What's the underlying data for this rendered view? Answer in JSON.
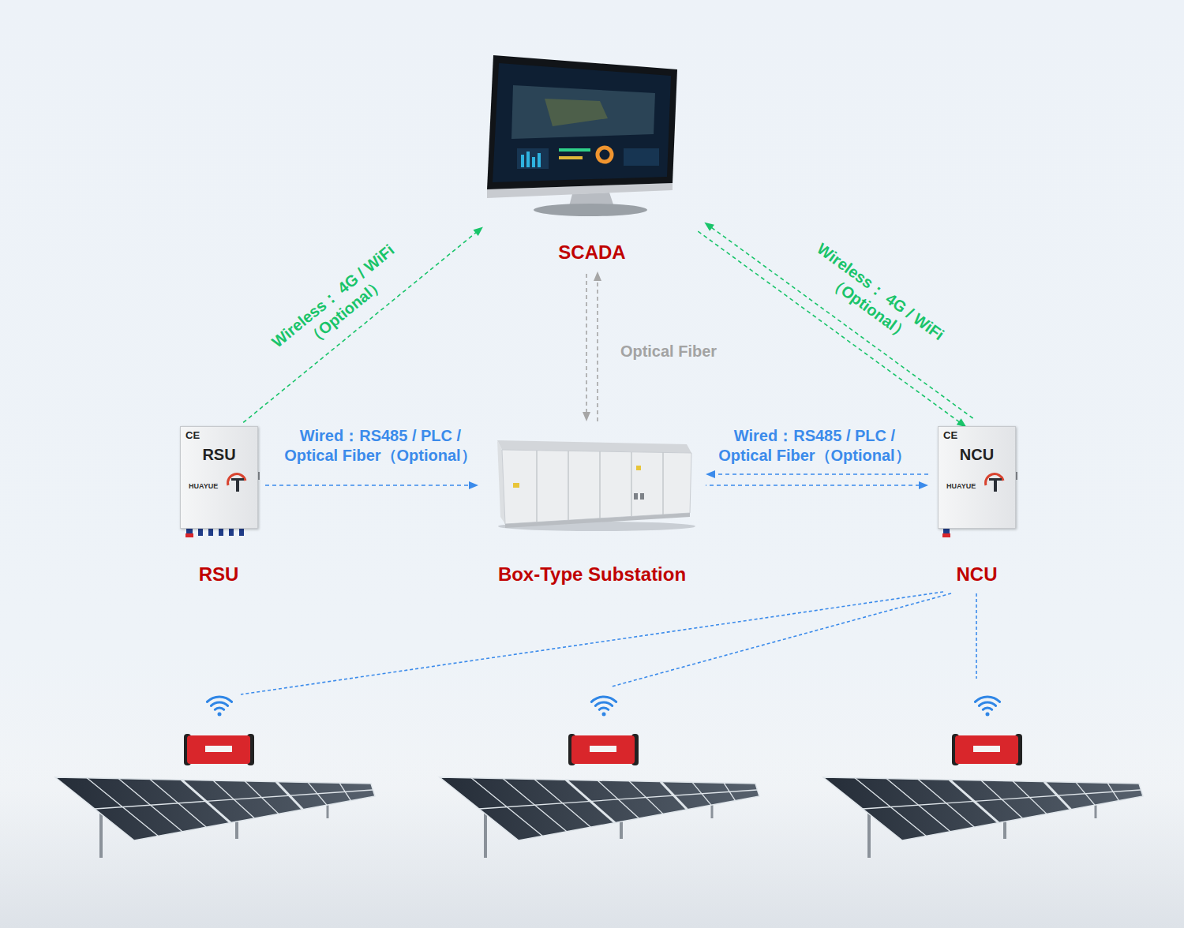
{
  "diagram": {
    "nodes": [
      {
        "text": [
          "SCADA"
        ]
      },
      {
        "text": [
          "CE",
          "RSU",
          "HUAYUE",
          "RSU"
        ]
      },
      {
        "text": [
          "Box-Type Substation"
        ]
      },
      {
        "text": [
          "CE",
          "NCU",
          "HUAYUE",
          "NCU"
        ]
      }
    ],
    "edges": [
      {
        "from": 1,
        "to": 0,
        "arrow": "to",
        "label": "Wireless： 4G / WiFi （Optional）"
      },
      {
        "from": 1,
        "to": 2,
        "arrow": "to",
        "label": "Wired：RS485 / PLC / Optical Fiber（Optional）"
      },
      {
        "from": 2,
        "to": 0,
        "arrow": "both",
        "label": "Optical Fiber"
      },
      {
        "from": 3,
        "to": 0,
        "arrow": "both",
        "label": "Wireless： 4G / WiFi （Optional）"
      },
      {
        "from": 3,
        "to": 2,
        "arrow": "both",
        "label": "Wired：RS485 / PLC / Optical Fiber（Optional）"
      }
    ]
  }
}
